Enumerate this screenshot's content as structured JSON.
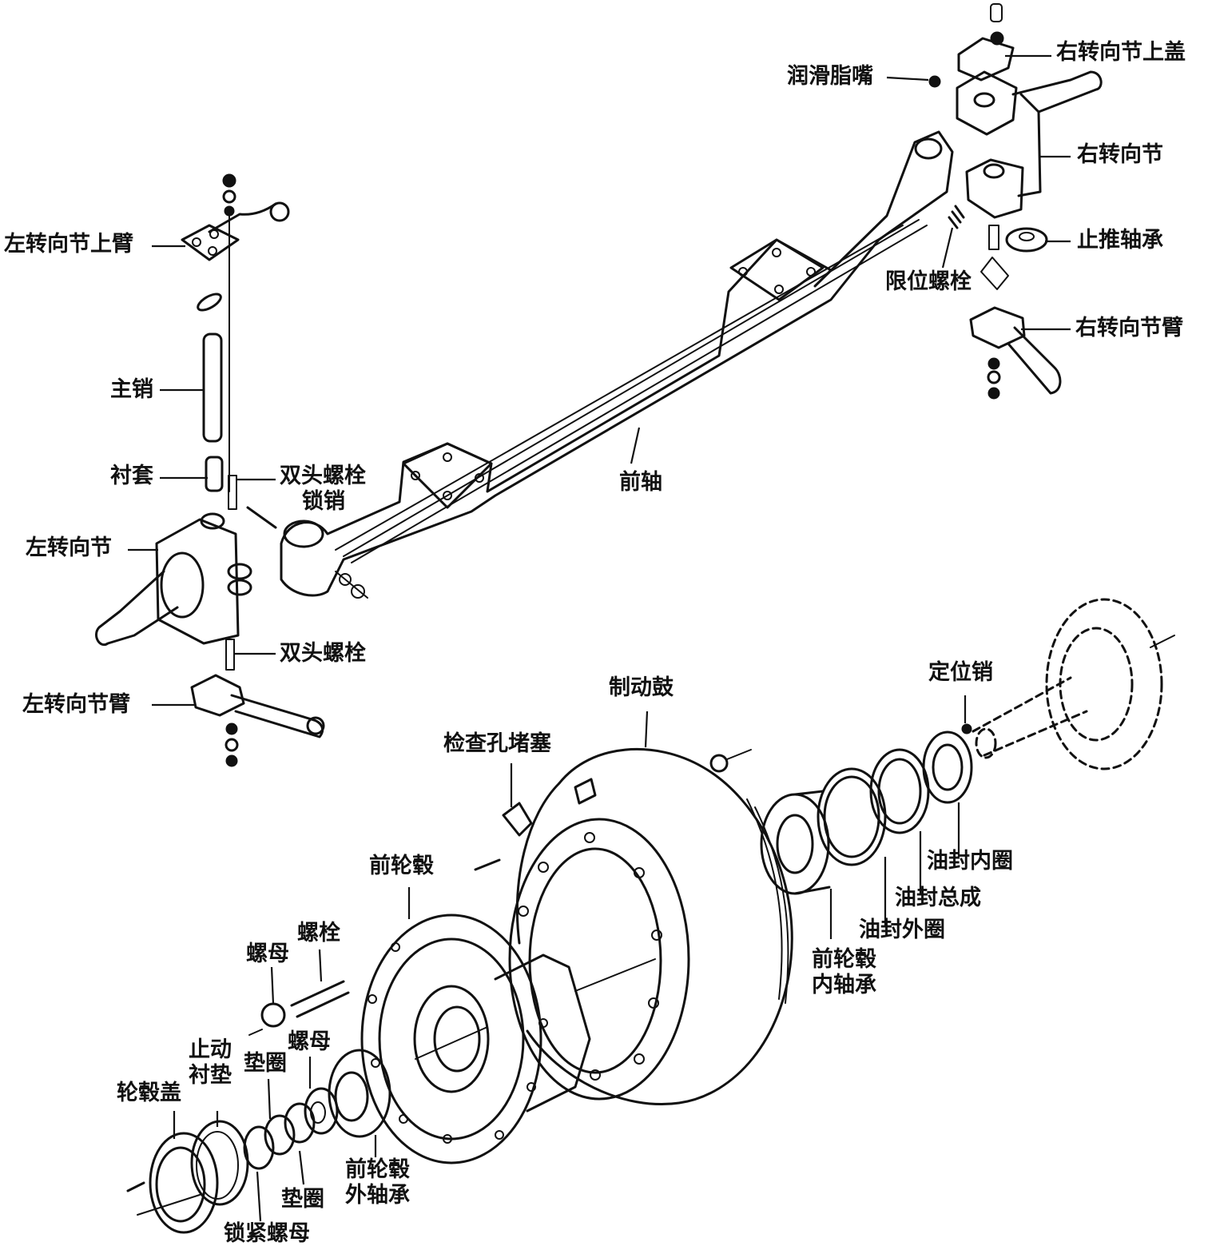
{
  "labels": {
    "right_knuckle_cap": "右转向节上盖",
    "grease_nipple": "润滑脂嘴",
    "right_knuckle": "右转向节",
    "thrust_bearing": "止推轴承",
    "limit_bolt": "限位螺栓",
    "right_knuckle_arm": "右转向节臂",
    "left_upper_arm": "左转向节上臂",
    "kingpin": "主销",
    "bushing": "衬套",
    "stud_bolt_1": "双头螺栓",
    "lock_pin": "锁销",
    "left_knuckle": "左转向节",
    "front_axle": "前轴",
    "stud_bolt_2": "双头螺栓",
    "left_knuckle_arm": "左转向节臂",
    "brake_drum": "制动鼓",
    "locating_pin": "定位销",
    "inspection_plug": "检查孔堵塞",
    "seal_inner": "油封内圈",
    "seal_assembly": "油封总成",
    "seal_outer": "油封外圈",
    "hub_inner_bearing": "前轮毂\n内轴承",
    "front_hub": "前轮毂",
    "nut_1": "螺母",
    "bolt": "螺栓",
    "stop_gasket": "止动\n衬垫",
    "washer_1": "垫圈",
    "nut_2": "螺母",
    "hub_cap": "轮毂盖",
    "washer_2": "垫圈",
    "hub_outer_bearing": "前轮毂\n外轴承",
    "lock_nut": "锁紧螺母"
  }
}
